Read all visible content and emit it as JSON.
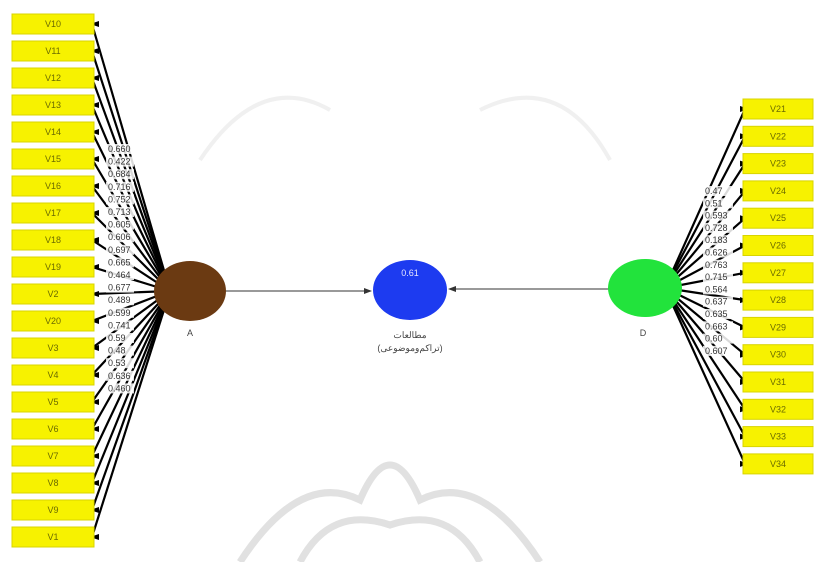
{
  "colors": {
    "indicator_fill": "#f7f200",
    "indicator_stroke": "#d8d400",
    "latent_left": "#6b3a12",
    "latent_center": "#1d3bf0",
    "latent_right": "#22e33c",
    "arrow": "#000000",
    "path": "#333333",
    "watermark": "#bdbdbd"
  },
  "left_construct": {
    "label": "A",
    "indicators": [
      {
        "name": "V10",
        "loading": ""
      },
      {
        "name": "V11",
        "loading": ""
      },
      {
        "name": "V12",
        "loading": ""
      },
      {
        "name": "V13",
        "loading": "0.660"
      },
      {
        "name": "V14",
        "loading": "0.422"
      },
      {
        "name": "V15",
        "loading": "0.684"
      },
      {
        "name": "V16",
        "loading": "0.716"
      },
      {
        "name": "V17",
        "loading": "0.752"
      },
      {
        "name": "V18",
        "loading": "0.713"
      },
      {
        "name": "V19",
        "loading": "0.605"
      },
      {
        "name": "V2",
        "loading": "0.606"
      },
      {
        "name": "V20",
        "loading": "0.697"
      },
      {
        "name": "V3",
        "loading": "0.665"
      },
      {
        "name": "V4",
        "loading": "0.464"
      },
      {
        "name": "V5",
        "loading": "0.677"
      },
      {
        "name": "V6",
        "loading": "0.489"
      },
      {
        "name": "V7",
        "loading": "0.599"
      },
      {
        "name": "V8",
        "loading": "0.741"
      },
      {
        "name": "V9",
        "loading": "0.59"
      },
      {
        "name": "V1",
        "loading": "0.48"
      }
    ],
    "extra_loadings": [
      "0.53",
      "0.636",
      "0.460"
    ]
  },
  "center_construct": {
    "value": "0.61",
    "caption_line1": "مطالعات",
    "caption_line2": "(تراکم‌وموضوعی)"
  },
  "right_construct": {
    "label": "D",
    "indicators": [
      {
        "name": "V21",
        "loading": ""
      },
      {
        "name": "V22",
        "loading": ""
      },
      {
        "name": "V23",
        "loading": ""
      },
      {
        "name": "V24",
        "loading": "0.47"
      },
      {
        "name": "V25",
        "loading": "0.51"
      },
      {
        "name": "V26",
        "loading": "0.593"
      },
      {
        "name": "V27",
        "loading": "0.728"
      },
      {
        "name": "V28",
        "loading": "0.183"
      },
      {
        "name": "V29",
        "loading": "0.626"
      },
      {
        "name": "V30",
        "loading": "0.763"
      },
      {
        "name": "V31",
        "loading": "0.715"
      },
      {
        "name": "V32",
        "loading": "0.564"
      },
      {
        "name": "V33",
        "loading": "0.637"
      },
      {
        "name": "V34",
        "loading": "0.635"
      }
    ],
    "extra_loadings": [
      "0.663",
      "0.60",
      "0.607"
    ]
  }
}
